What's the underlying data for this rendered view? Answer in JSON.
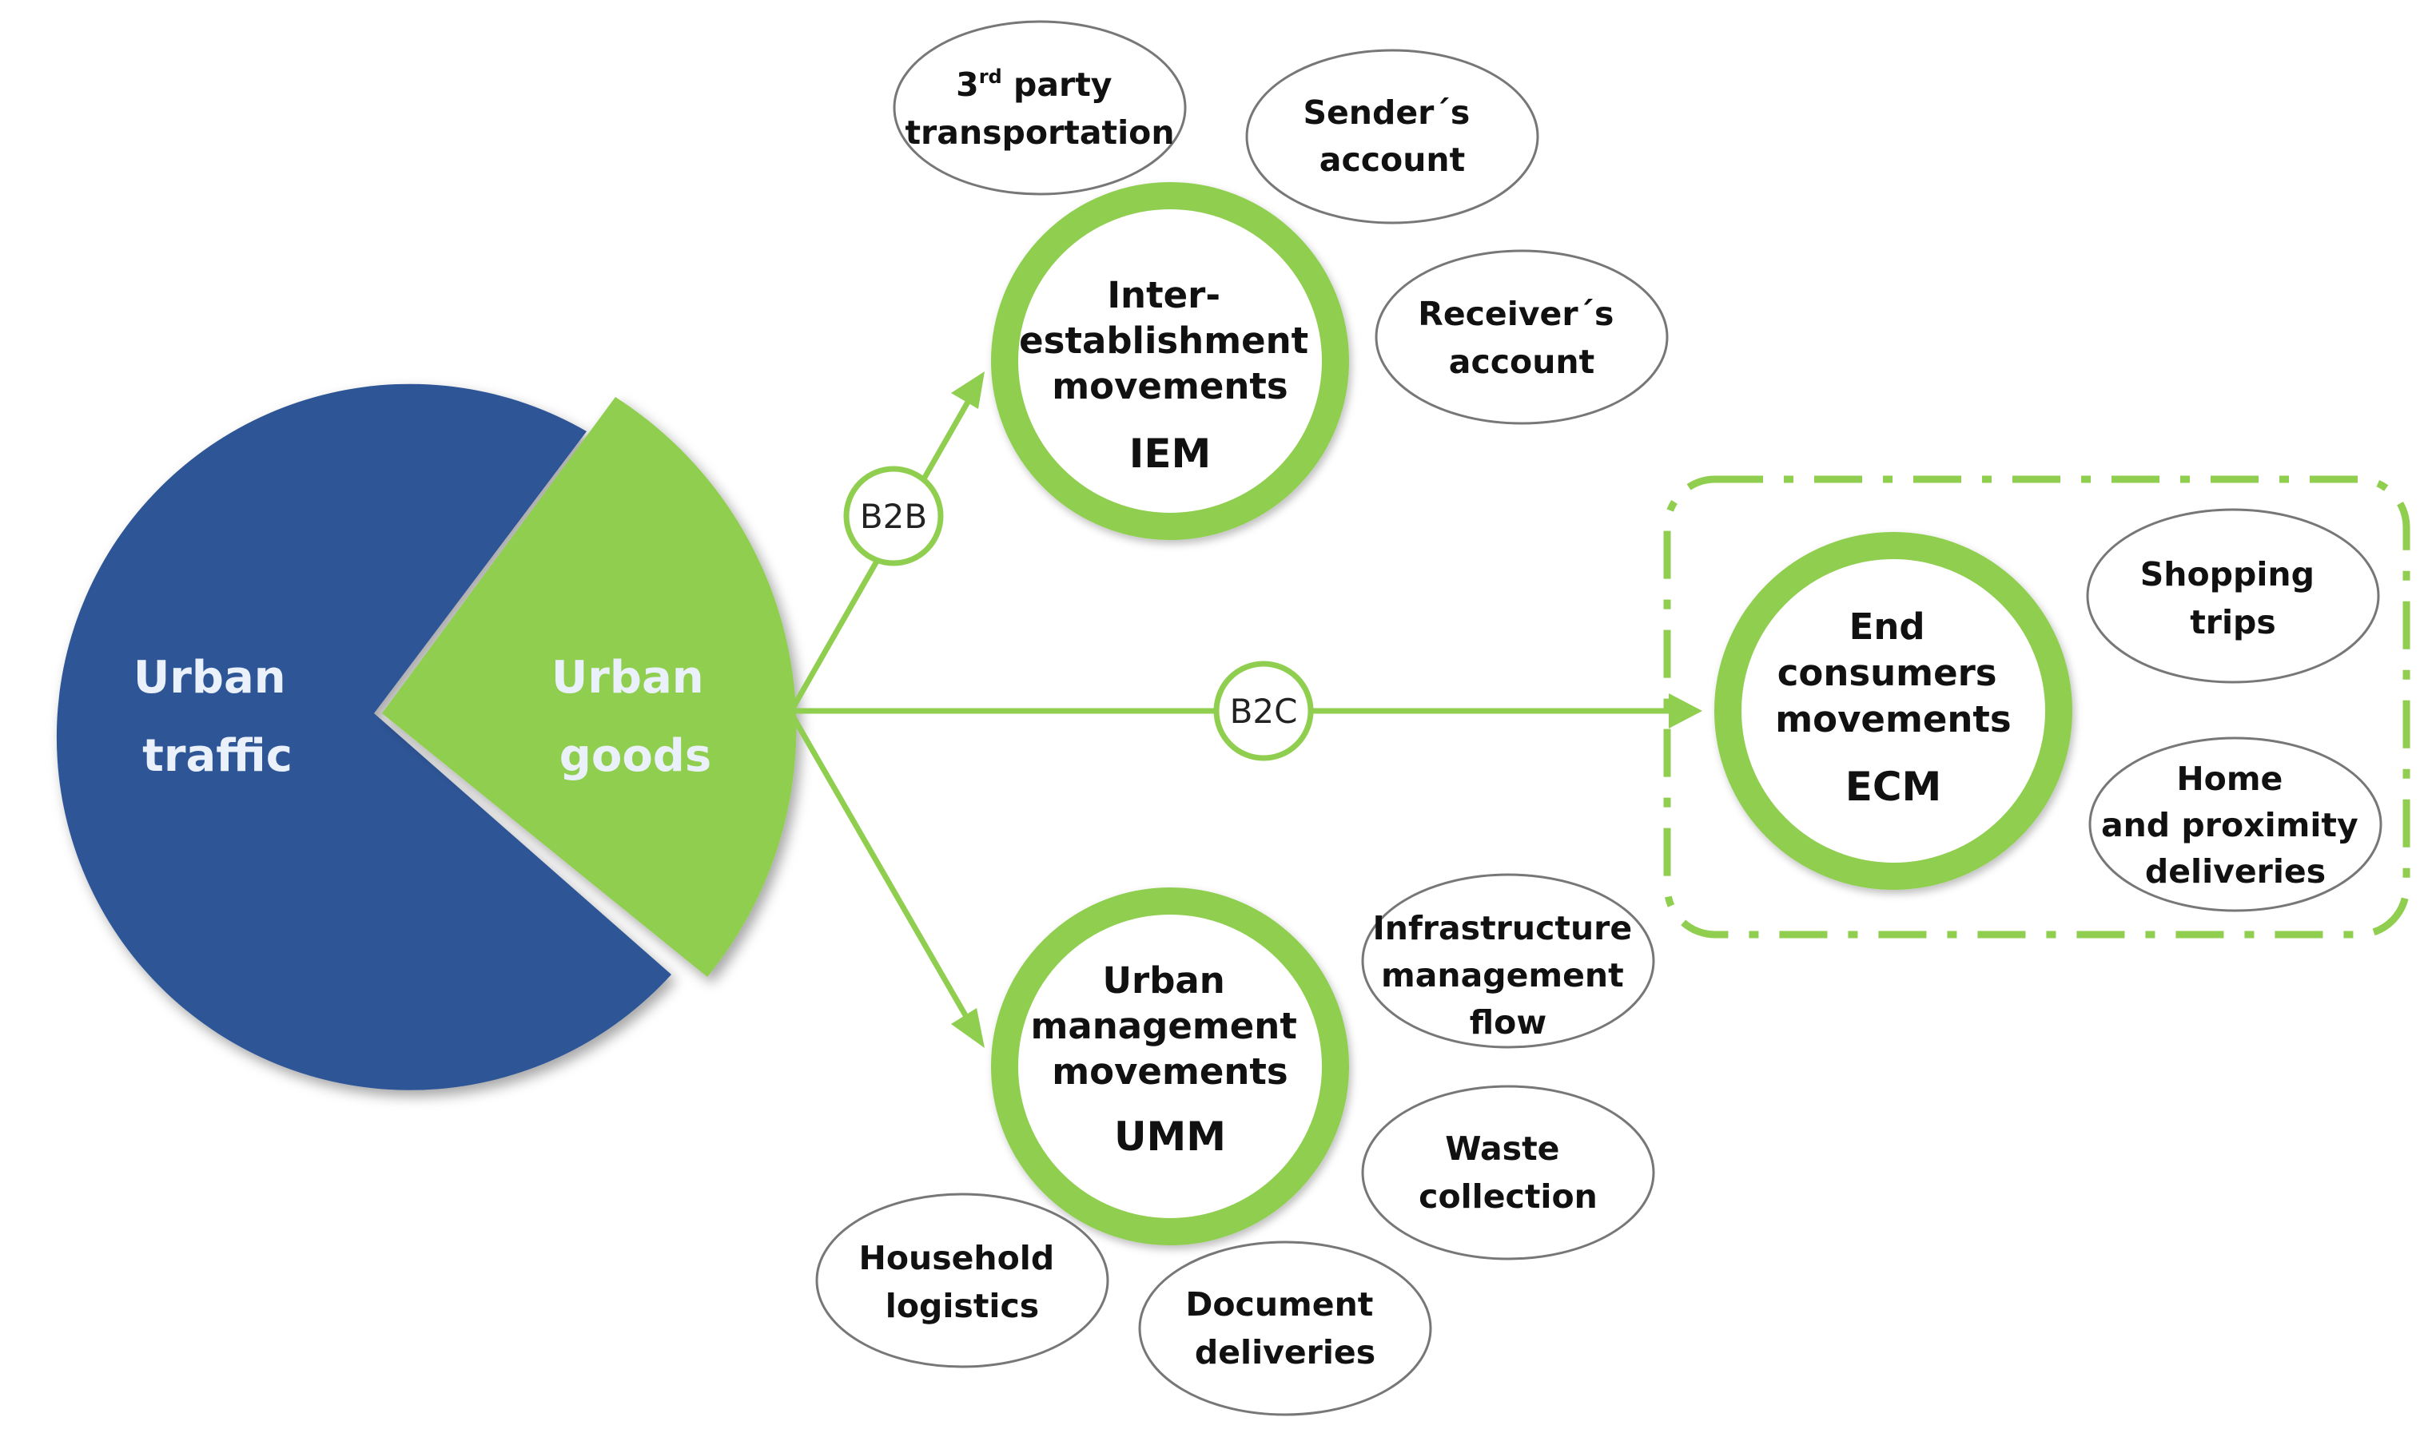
{
  "colors": {
    "traffic_blue": "#2e5596",
    "goods_green": "#8fce4f",
    "ring_green": "#8fce4f",
    "outline_gray": "#777777",
    "text": "#111111"
  },
  "pie": {
    "traffic_label": [
      "Urban",
      "traffic"
    ],
    "goods_label": [
      "Urban",
      "goods"
    ]
  },
  "edges": {
    "b2b": "B2B",
    "b2c": "B2C"
  },
  "hubs": {
    "iem": {
      "lines": [
        "Inter-",
        "establishment",
        "movements"
      ],
      "abbr": "IEM"
    },
    "ecm": {
      "lines": [
        "End",
        "consumers",
        "movements"
      ],
      "abbr": "ECM"
    },
    "umm": {
      "lines": [
        "Urban",
        "management",
        "movements"
      ],
      "abbr": "UMM"
    }
  },
  "satellites": {
    "third_party": {
      "base": "3",
      "sup": "rd",
      "rest": " party",
      "line2": "transportation"
    },
    "sender": [
      "Sender´s",
      "account"
    ],
    "receiver": [
      "Receiver´s",
      "account"
    ],
    "shopping": [
      "Shopping",
      "trips"
    ],
    "home": [
      "Home",
      "and proximity",
      "deliveries"
    ],
    "infrastructure": [
      "Infrastructure",
      "management",
      "flow"
    ],
    "waste": [
      "Waste",
      "collection"
    ],
    "household": [
      "Household",
      "logistics"
    ],
    "document": [
      "Document",
      "deliveries"
    ]
  }
}
